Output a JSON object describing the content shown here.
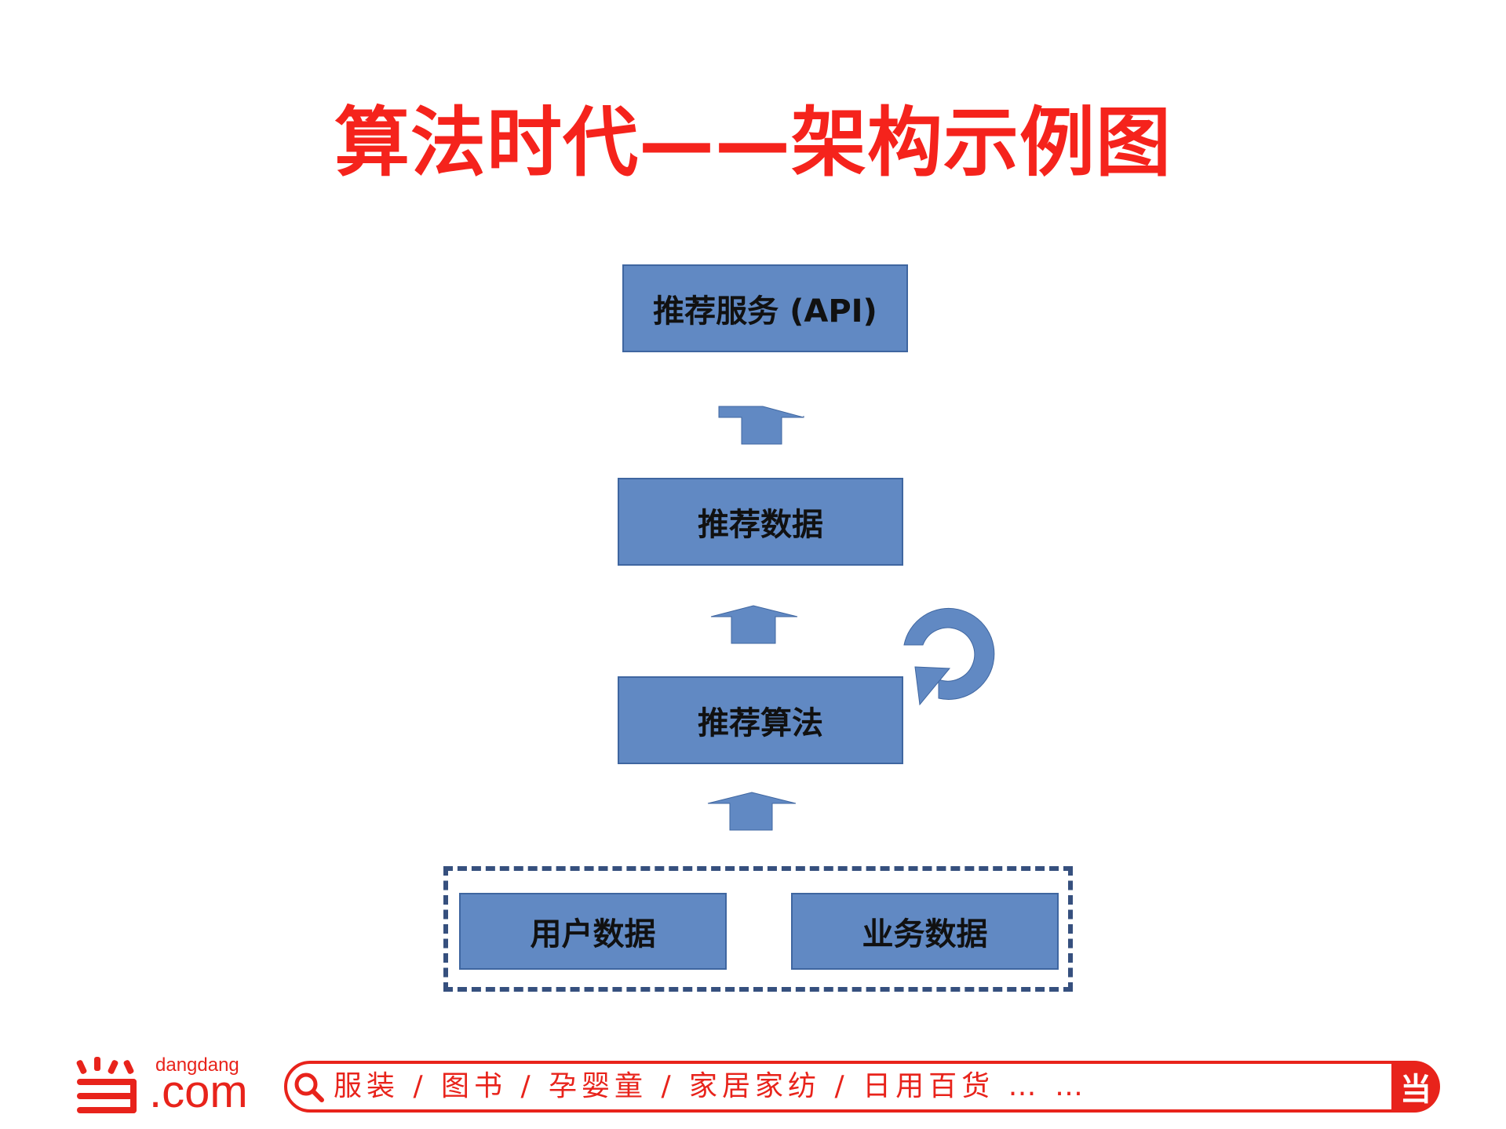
{
  "title": "算法时代——架构示例图",
  "nodes": {
    "api": "推荐服务 (API)",
    "rec_data": "推荐数据",
    "algorithm": "推荐算法",
    "user_data": "用户数据",
    "business_data": "业务数据"
  },
  "colors": {
    "title": "#f5231c",
    "box_fill": "#6189c3",
    "box_border": "#3f66a0",
    "arrow": "#6189c3",
    "dashed_border": "#36507e",
    "brand_red": "#e8231b"
  },
  "footer": {
    "logo_small_text": "dangdang",
    "logo_text": ".com",
    "search_text": "服装 / 图书 / 孕婴童 / 家居家纺 / 日用百货 … …",
    "badge_text": "当"
  },
  "icons": {
    "search": "search-icon",
    "cycle": "cycle-arrow-icon",
    "up_arrow": "up-arrow-icon"
  }
}
